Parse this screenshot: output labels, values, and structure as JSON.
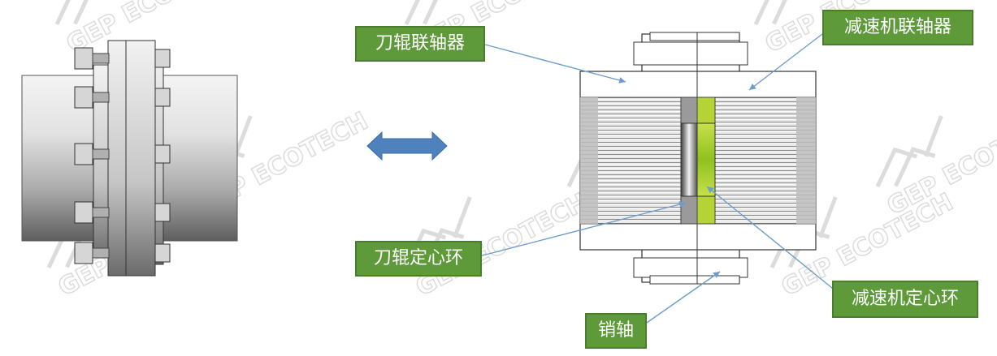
{
  "watermark": {
    "text": "GEP ECOTECH",
    "color": "#d9d9d9"
  },
  "colors": {
    "label_bg": "#5e9a3a",
    "label_text": "#ffffff",
    "leader_line": "#6d9dcc",
    "arrow_fill": "#4f81bd",
    "ring_left": "#9a9a9a",
    "ring_right": "#b5d334"
  },
  "labels": {
    "roller_coupling": "刀辊联轴器",
    "reducer_coupling": "减速机联轴器",
    "roller_centering_ring": "刀辊定心环",
    "reducer_centering_ring": "减速机定心环",
    "pin_shaft": "销轴"
  }
}
